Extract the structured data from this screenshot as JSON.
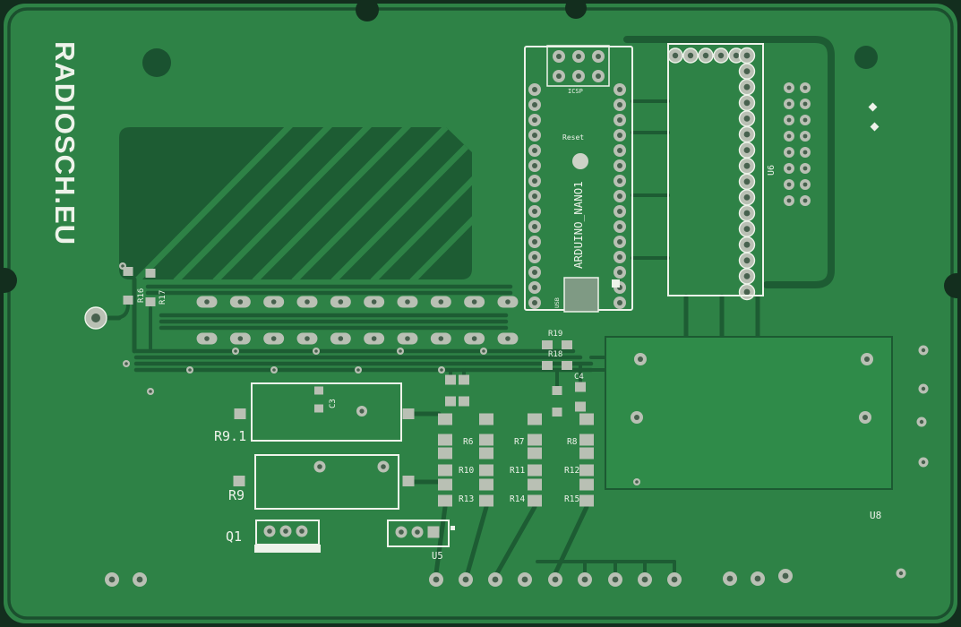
{
  "meta": {
    "kind": "pcb-copper-render"
  },
  "colors": {
    "background": "#132e1e",
    "board": "#2e8246",
    "board_edge": "#1b4f2e",
    "copper_pour": "#1d5c33",
    "pad": "#b9c0b4",
    "hole": "#47614e",
    "silkscreen": "#eef3ea",
    "u8_fill": "#2f8b49",
    "usb_pad": "#7f9a84",
    "reset_button": "#cdd3c7",
    "dark_hole": "#1a5230"
  },
  "silkscreen": {
    "title": "RADIOSCH.EU",
    "arduino_label": "ARDUINO_NANO1",
    "reset_label": "Reset",
    "icsp_label": "ICSP",
    "usb_label": "USB",
    "refs": {
      "u5": "U5",
      "u6": "U6",
      "u8": "U8",
      "q1": "Q1",
      "r9": "R9",
      "r9_1": "R9.1",
      "r16": "R16",
      "r17": "R17",
      "r18": "R18",
      "r19": "R19",
      "c3": "C3",
      "c4": "C4",
      "r6": "R6",
      "r7": "R7",
      "r8": "R8",
      "r10": "R10",
      "r11": "R11",
      "r12": "R12",
      "r13": "R13",
      "r14": "R14",
      "r15": "R15"
    }
  }
}
